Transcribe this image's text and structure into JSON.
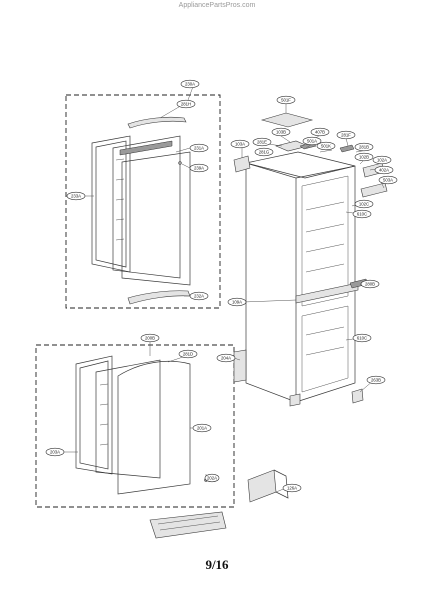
{
  "watermark": "AppliancePartsPros.com",
  "page_number": "9/16",
  "callouts": {
    "c230A": "230A",
    "c281H": "281H",
    "c231A": "231A",
    "c239A": "239A",
    "c233A": "233A",
    "c232A": "232A",
    "c501F": "501F",
    "c103A": "103A",
    "c103B": "103B",
    "c281E": "281E",
    "c407B": "407B",
    "c281F": "281F",
    "c501K": "501K",
    "c281B": "281B",
    "c281G": "281G",
    "c501A": "501A",
    "c102B": "102B",
    "c102A": "102A",
    "c402A": "402A",
    "c503A": "503A",
    "c102C": "102C",
    "c610C_top": "610C",
    "c280B": "280B",
    "c109A": "109A",
    "c610C_bottom": "610C",
    "c204A": "204A",
    "c263B": "263B",
    "c200B": "200B",
    "c281D": "281D",
    "c201A": "201A",
    "c203A": "203A",
    "c202A": "202A",
    "c126A": "126A"
  }
}
